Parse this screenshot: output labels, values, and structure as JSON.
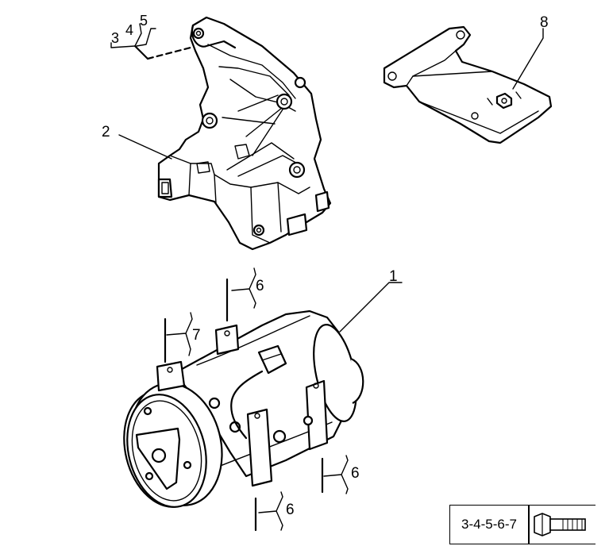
{
  "callouts": {
    "c1": "1",
    "c2": "2",
    "c3": "3",
    "c4": "4",
    "c5": "5",
    "c6a": "6",
    "c6b": "6",
    "c6c": "6",
    "c7": "7",
    "c8": "8"
  },
  "legend": {
    "text": "3-4-5-6-7",
    "icon": "bolt-icon"
  }
}
